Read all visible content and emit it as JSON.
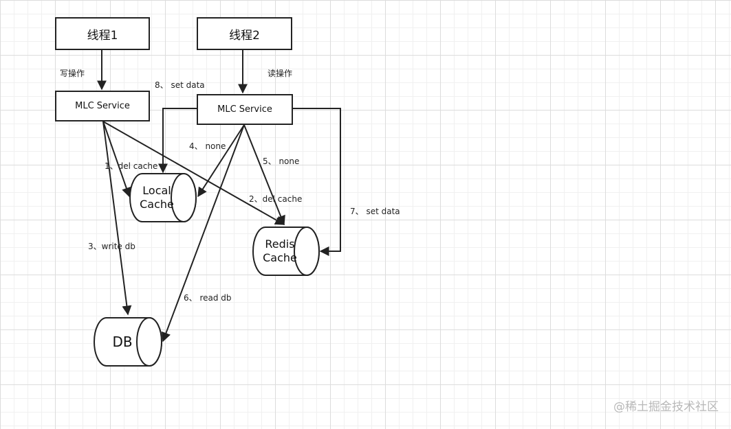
{
  "nodes": {
    "thread1": "线程1",
    "thread2": "线程2",
    "service_left": "MLC Service",
    "service_right": "MLC Service",
    "local_cache": [
      "Local",
      "Cache"
    ],
    "redis_cache": [
      "Redis",
      "Cache"
    ],
    "db": "DB"
  },
  "labels": {
    "write_op": "写操作",
    "read_op": "读操作",
    "step1": "1、del cache",
    "step2": "2、del cache",
    "step3": "3、write db",
    "step4": "4、 none",
    "step5": "5、 none",
    "step6": "6、 read db",
    "step7": "7、 set data",
    "step8": "8、 set data"
  },
  "watermark": "@稀土掘金技术社区"
}
